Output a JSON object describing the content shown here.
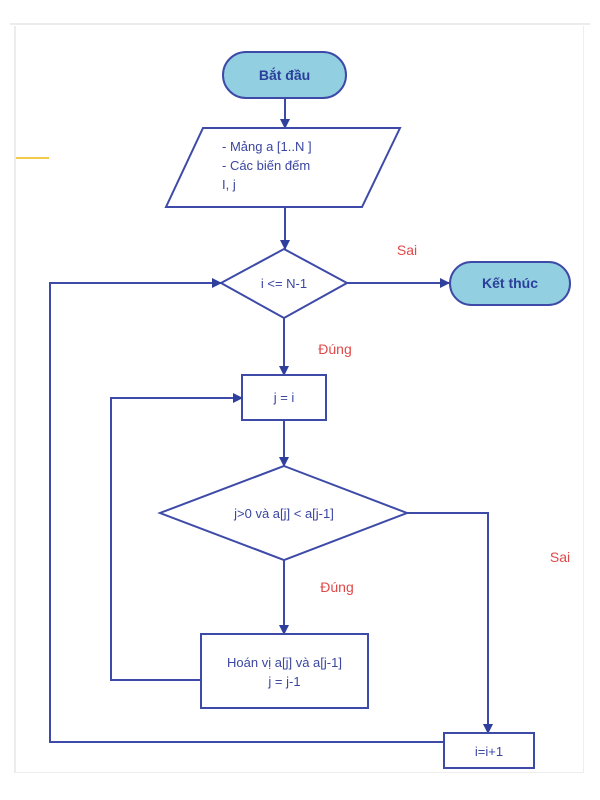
{
  "colors": {
    "line": "#3d4aa8",
    "terminator_fill": "#92cfe0",
    "label_red": "#e0494a",
    "text": "#3a46a0",
    "accent": "#f2c94c"
  },
  "nodes": {
    "start": {
      "label": "Bắt đầu"
    },
    "input": {
      "lines": [
        "- Mảng a [1..N ]",
        "- Các biến đếm",
        "I, j"
      ]
    },
    "outer_cond": {
      "label": "i <= N-1"
    },
    "end": {
      "label": "Kết thúc"
    },
    "init_j": {
      "label": "j = i"
    },
    "inner_cond": {
      "label": "j>0 và a[j] < a[j-1]"
    },
    "swap": {
      "lines": [
        "Hoán vị a[j] và a[j-1]",
        "j = j-1"
      ]
    },
    "incr_i": {
      "label": "i=i+1"
    }
  },
  "edge_labels": {
    "outer_false": "Sai",
    "outer_true": "Đúng",
    "inner_true": "Đúng",
    "inner_false": "Sai"
  }
}
